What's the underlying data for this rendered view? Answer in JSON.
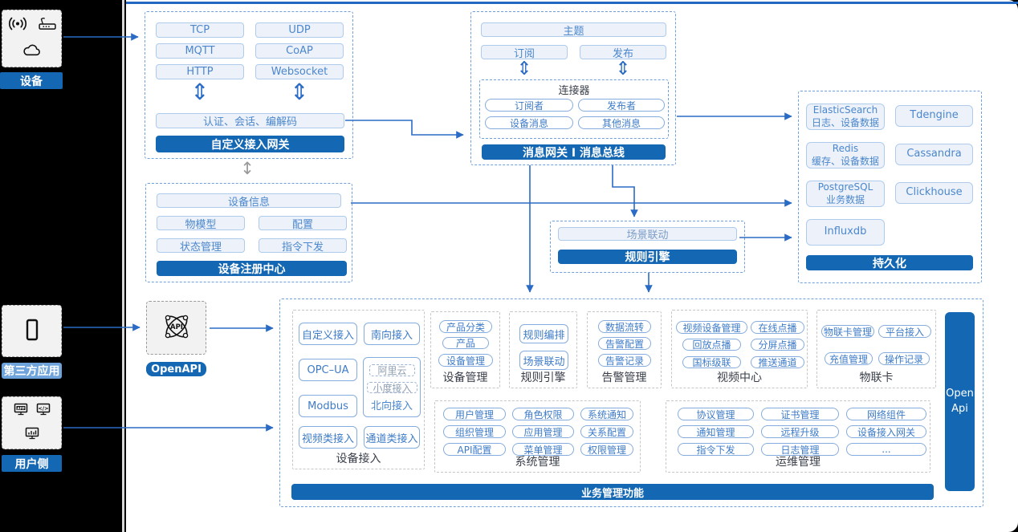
{
  "left_rail": {
    "device": {
      "label": "设备"
    },
    "third_party": {
      "label": "第三方应用"
    },
    "user_side": {
      "label": "用户侧"
    }
  },
  "gateway": {
    "title": "自定义接入网关",
    "protocols": [
      "TCP",
      "UDP",
      "MQTT",
      "CoAP",
      "HTTP",
      "Websocket"
    ],
    "auth": "认证、会话、编解码"
  },
  "message_bus": {
    "title": "消息网关 I 消息总线",
    "topic": "主题",
    "subscribe": "订阅",
    "publish": "发布",
    "connector": {
      "title": "连接器",
      "items": [
        "订阅者",
        "发布者",
        "设备消息",
        "其他消息"
      ]
    }
  },
  "persistence": {
    "title": "持久化",
    "stores": [
      {
        "name": "ElasticSearch",
        "desc": "日志、设备数据"
      },
      {
        "name": "Tdengine"
      },
      {
        "name": "Redis",
        "desc": "缓存、设备数据"
      },
      {
        "name": "Cassandra"
      },
      {
        "name": "PostgreSQL",
        "desc": "业务数据"
      },
      {
        "name": "Clickhouse"
      },
      {
        "name": "Influxdb"
      }
    ]
  },
  "registry": {
    "title": "设备注册中心",
    "device_info": "设备信息",
    "items": [
      "物模型",
      "配置",
      "状态管理",
      "指令下发"
    ]
  },
  "rule_engine": {
    "title": "规则引擎",
    "scene": "场景联动"
  },
  "openapi": {
    "label": "OpenAPI"
  },
  "open_api_bar": {
    "line1": "Open",
    "line2": "Api"
  },
  "business": {
    "title": "业务管理功能",
    "device_access": {
      "label": "设备接入",
      "col1": [
        "自定义接入",
        "OPC–UA",
        "Modbus",
        "视频类接入"
      ],
      "south": "南向接入",
      "north_group": {
        "dashed": [
          "阿里云",
          "小度接入"
        ],
        "label": "北向接入"
      },
      "channel": "通道类接入"
    },
    "sections": [
      {
        "label": "设备管理",
        "items": [
          "产品分类",
          "产品",
          "设备管理"
        ]
      },
      {
        "label": "规则引擎",
        "items": [
          "规则编排",
          "场景联动"
        ]
      },
      {
        "label": "告警管理",
        "items": [
          "数据流转",
          "告警配置",
          "告警记录"
        ]
      },
      {
        "label": "视频中心",
        "items": [
          "视频设备管理",
          "在线点播",
          "回放点播",
          "分屏点播",
          "国标级联",
          "推送通道"
        ]
      },
      {
        "label": "物联卡",
        "items": [
          "物联卡管理",
          "平台接入",
          "充值管理",
          "操作记录"
        ]
      },
      {
        "label": "系统管理",
        "items": [
          "用户管理",
          "角色权限",
          "系统通知",
          "组织管理",
          "应用管理",
          "关系配置",
          "API配置",
          "菜单管理",
          "权限管理"
        ]
      },
      {
        "label": "运维管理",
        "items": [
          "协议管理",
          "证书管理",
          "网络组件",
          "通知管理",
          "远程升级",
          "设备接入网关",
          "指令下发",
          "日志管理",
          "..."
        ]
      }
    ]
  },
  "glyphs": {
    "updown": "⇕",
    "updown_gray": "↕"
  }
}
